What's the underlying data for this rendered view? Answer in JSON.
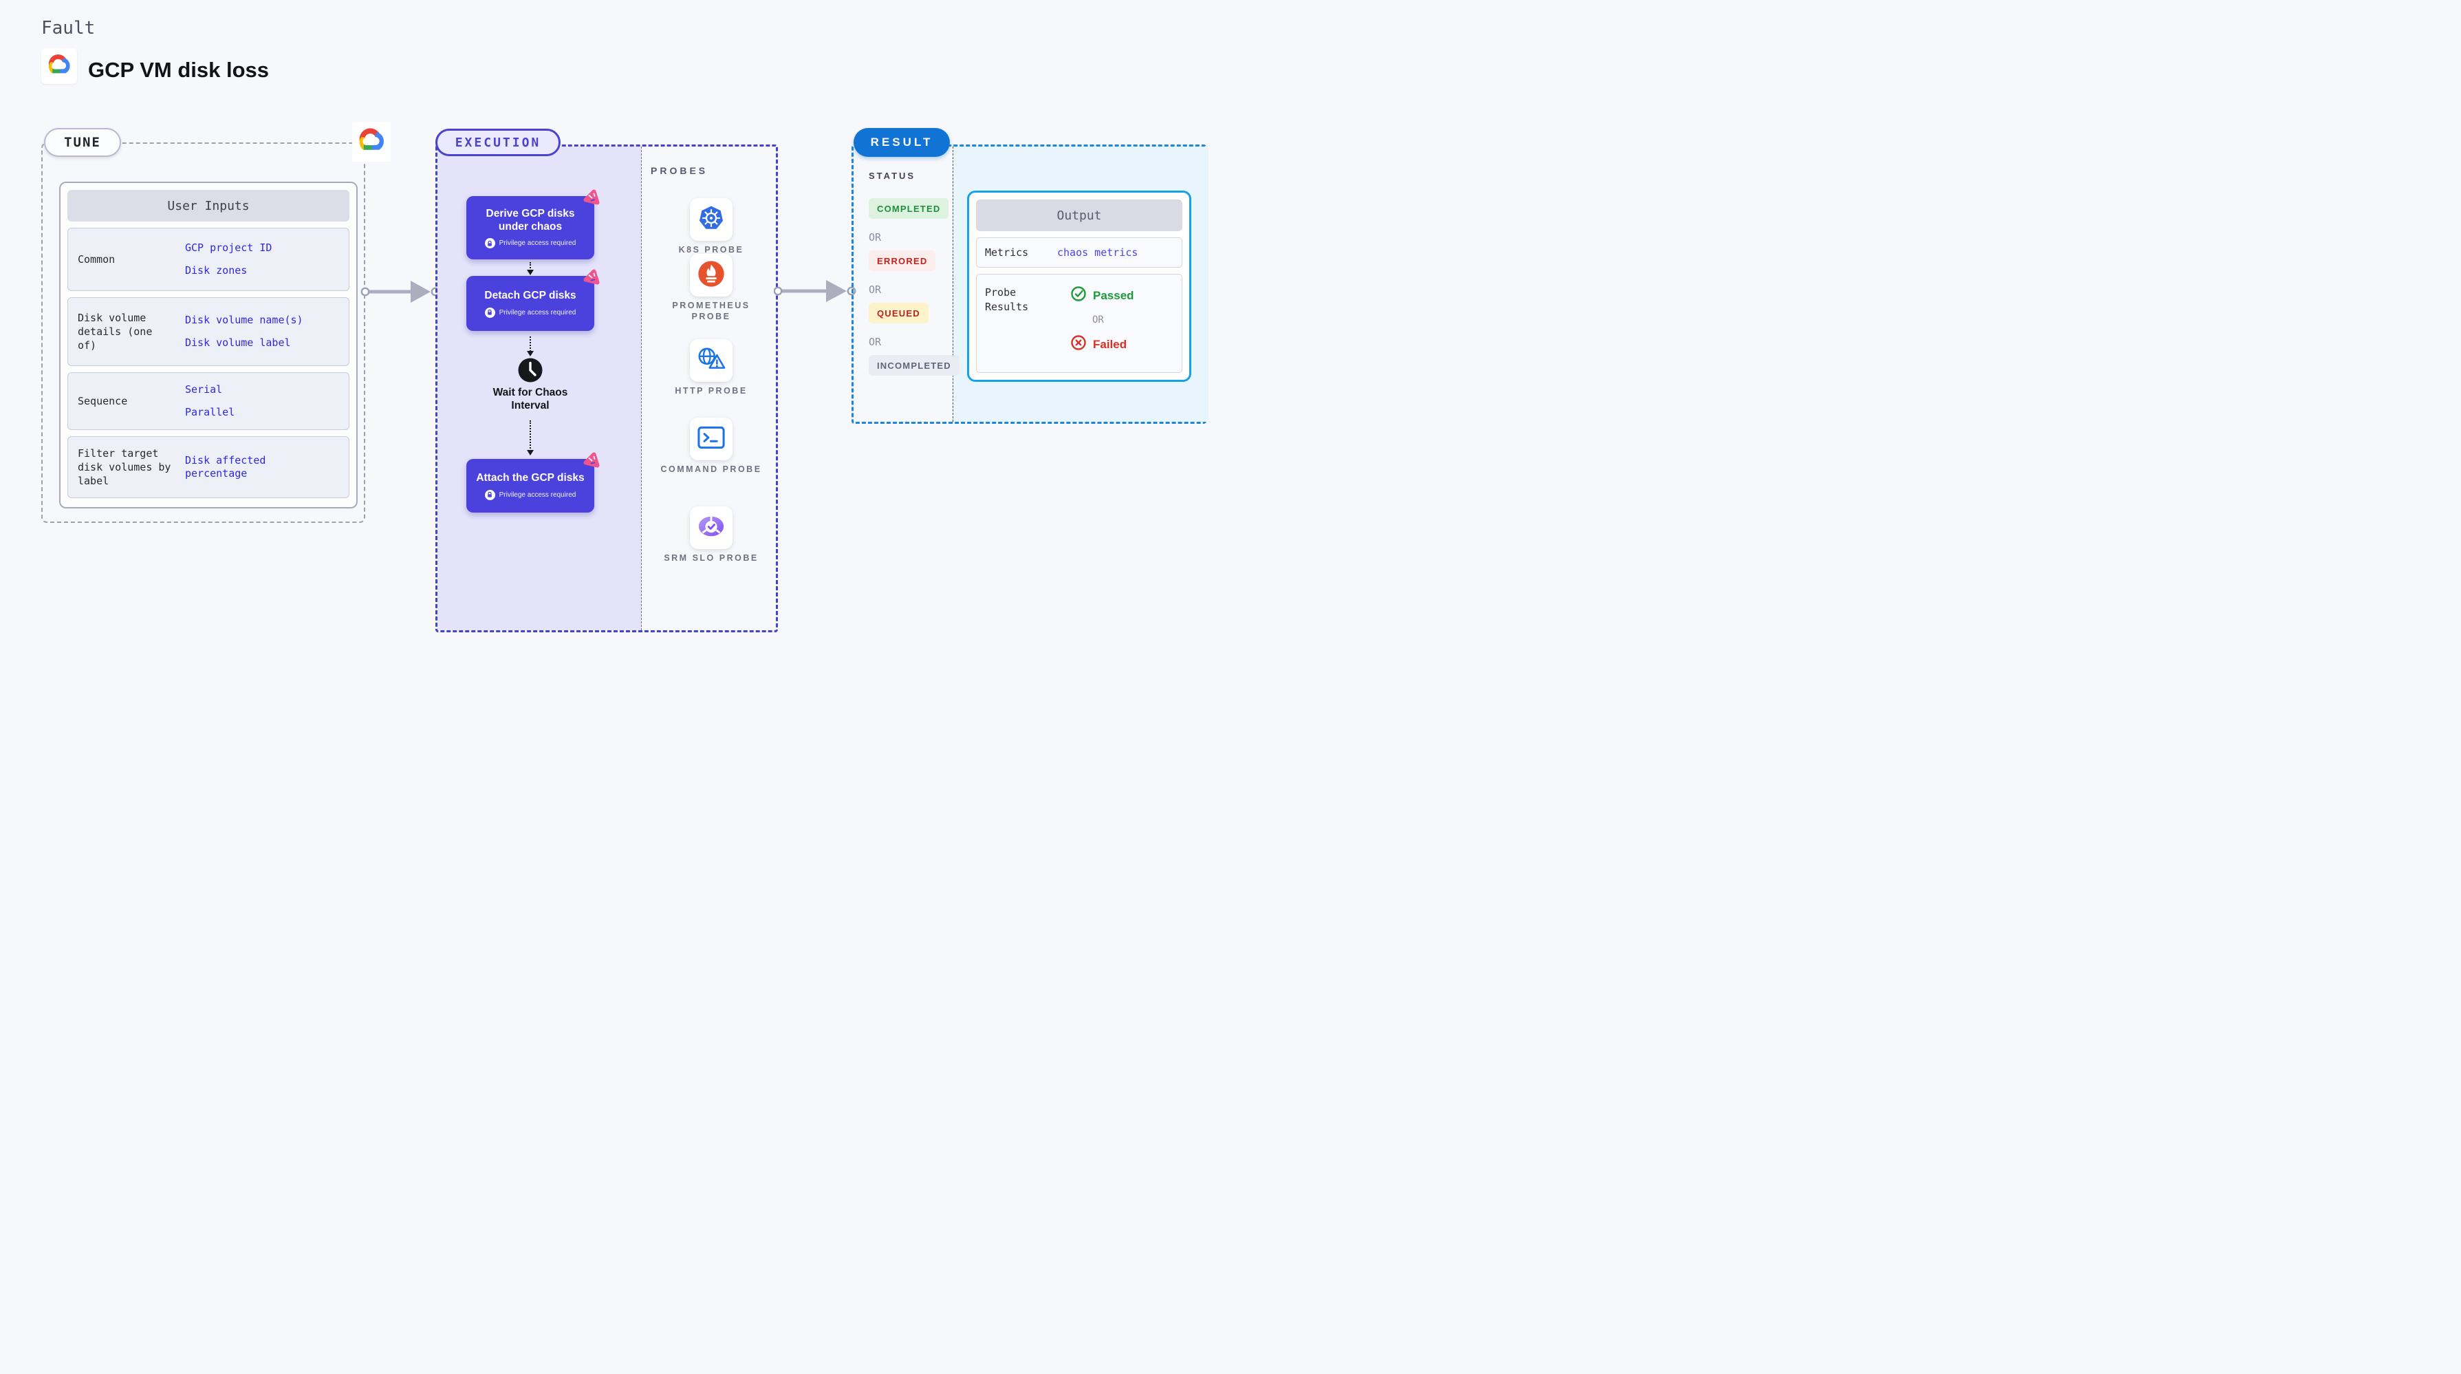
{
  "page": {
    "kicker": "Fault",
    "title": "GCP VM disk loss"
  },
  "colors": {
    "page_bg": "#f7f8fb",
    "step_indigo": "#4b42dd",
    "execution_panel_bg": "#e4e3fa",
    "execution_dashed_border": "#4543cb",
    "tune_dashed_border": "#9ba1ad",
    "result_dashed_border": "#1b87dc",
    "result_panel_bg": "#e8f5fc",
    "result_pill_bg": "#1173d4",
    "output_card_border": "#17a3e3",
    "input_value_blue": "#2f28e0",
    "metrics_value_blue": "#4d43ea",
    "passed_green": "#1b9c3a",
    "failed_red": "#d93025",
    "chaos_badge_pink": "#f1548c",
    "arrow_gray": "#acaec0",
    "kubernetes_blue": "#326ce5",
    "prometheus_orange": "#e6522c",
    "http_blue": "#1a73e8",
    "srm_purple": "#8250ef"
  },
  "tune": {
    "badge": "TUNE",
    "user_inputs": {
      "header": "User Inputs",
      "rows": [
        {
          "label": "Common",
          "values": [
            "GCP project ID",
            "Disk zones"
          ]
        },
        {
          "label": "Disk volume details (one of)",
          "values": [
            "Disk volume name(s)",
            "Disk volume label"
          ]
        },
        {
          "label": "Sequence",
          "values": [
            "Serial",
            "Parallel"
          ]
        },
        {
          "label": "Filter target disk volumes by label",
          "values": [
            "Disk affected percentage"
          ]
        }
      ]
    }
  },
  "execution": {
    "badge": "EXECUTION",
    "privilege_label": "Privilege access required",
    "steps": [
      {
        "title": "Derive GCP disks under chaos"
      },
      {
        "title": "Detach GCP disks"
      },
      {
        "title": "Attach the GCP disks"
      }
    ],
    "wait_label": "Wait for Chaos Interval"
  },
  "probes": {
    "header": "PROBES",
    "items": [
      {
        "label": "K8S PROBE",
        "icon": "kubernetes-icon"
      },
      {
        "label": "PROMETHEUS PROBE",
        "icon": "prometheus-icon"
      },
      {
        "label": "HTTP PROBE",
        "icon": "http-globe-warning-icon"
      },
      {
        "label": "COMMAND PROBE",
        "icon": "terminal-icon"
      },
      {
        "label": "SRM SLO PROBE",
        "icon": "slo-gauge-check-icon"
      }
    ]
  },
  "result": {
    "badge": "RESULT",
    "status_header": "STATUS",
    "or_label": "OR",
    "statuses": [
      {
        "label": "COMPLETED",
        "fg": "#1e8e3e",
        "bg": "#ddf3e0"
      },
      {
        "label": "ERRORED",
        "fg": "#c5221f",
        "bg": "#fceeec"
      },
      {
        "label": "QUEUED",
        "fg": "#b9231f",
        "bg": "#fdf3cb"
      },
      {
        "label": "INCOMPLETED",
        "fg": "#5f6478",
        "bg": "#ebecf3"
      }
    ],
    "output": {
      "header": "Output",
      "metrics_label": "Metrics",
      "metrics_value": "chaos metrics",
      "probe_results_label": "Probe Results",
      "passed_label": "Passed",
      "or_label": "OR",
      "failed_label": "Failed"
    }
  }
}
